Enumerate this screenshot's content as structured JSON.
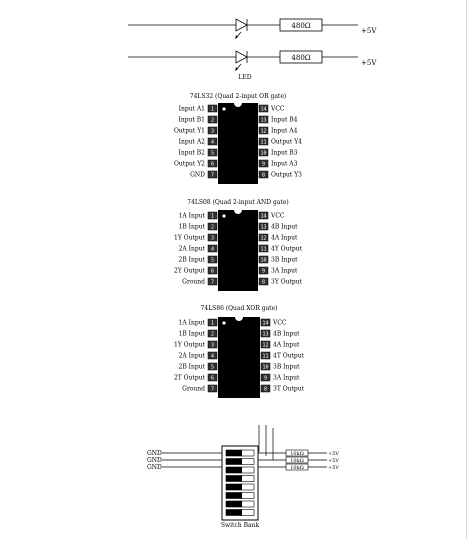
{
  "led_section": {
    "resistor_1": "480Ω",
    "resistor_2": "480Ω",
    "supply_1": "+5V",
    "supply_2": "+5V",
    "led_label": "LED"
  },
  "chips": [
    {
      "title": "74LS32 (Quad 2-input OR gate)",
      "left": [
        {
          "label": "Input A1",
          "pin": "1"
        },
        {
          "label": "Input B1",
          "pin": "2"
        },
        {
          "label": "Output Y1",
          "pin": "3"
        },
        {
          "label": "Input A2",
          "pin": "4"
        },
        {
          "label": "Input B2",
          "pin": "5"
        },
        {
          "label": "Output Y2",
          "pin": "6"
        },
        {
          "label": "GND",
          "pin": "7"
        }
      ],
      "right": [
        {
          "label": "VCC",
          "pin": "14"
        },
        {
          "label": "Input B4",
          "pin": "13"
        },
        {
          "label": "Input A4",
          "pin": "12"
        },
        {
          "label": "Output Y4",
          "pin": "11"
        },
        {
          "label": "Input B3",
          "pin": "10"
        },
        {
          "label": "Input A3",
          "pin": "9"
        },
        {
          "label": "Output Y3",
          "pin": "8"
        }
      ]
    },
    {
      "title": "74LS08 (Quad 2-input AND gate)",
      "left": [
        {
          "label": "1A Input",
          "pin": "1"
        },
        {
          "label": "1B Input",
          "pin": "2"
        },
        {
          "label": "1Y Output",
          "pin": "3"
        },
        {
          "label": "2A Input",
          "pin": "4"
        },
        {
          "label": "2B Input",
          "pin": "5"
        },
        {
          "label": "2Y Output",
          "pin": "6"
        },
        {
          "label": "Ground",
          "pin": "7"
        }
      ],
      "right": [
        {
          "label": "VCC",
          "pin": "14"
        },
        {
          "label": "4B Input",
          "pin": "13"
        },
        {
          "label": "4A Input",
          "pin": "12"
        },
        {
          "label": "4Y Output",
          "pin": "11"
        },
        {
          "label": "3B Input",
          "pin": "10"
        },
        {
          "label": "3A Input",
          "pin": "9"
        },
        {
          "label": "3Y Output",
          "pin": "8"
        }
      ]
    },
    {
      "title": "74LS86 (Quad XOR gate)",
      "left": [
        {
          "label": "1A Input",
          "pin": "1"
        },
        {
          "label": "1B Input",
          "pin": "2"
        },
        {
          "label": "1Y Output",
          "pin": "3"
        },
        {
          "label": "2A Input",
          "pin": "4"
        },
        {
          "label": "2B Input",
          "pin": "5"
        },
        {
          "label": "2T Output",
          "pin": "6"
        },
        {
          "label": "Ground",
          "pin": "7"
        }
      ],
      "right": [
        {
          "label": "VCC",
          "pin": "14"
        },
        {
          "label": "4B Input",
          "pin": "13"
        },
        {
          "label": "4A Input",
          "pin": "12"
        },
        {
          "label": "4T Output",
          "pin": "11"
        },
        {
          "label": "3B Input",
          "pin": "10"
        },
        {
          "label": "3A Input",
          "pin": "9"
        },
        {
          "label": "3T Output",
          "pin": "8"
        }
      ]
    }
  ],
  "switch_bank": {
    "gnd_labels": [
      "GND",
      "GND",
      "GND"
    ],
    "resistors": [
      "10kΩ",
      "10kΩ",
      "10kΩ"
    ],
    "supplies": [
      "+5V",
      "+5V",
      "+5V"
    ],
    "title": "Switch Bank"
  }
}
